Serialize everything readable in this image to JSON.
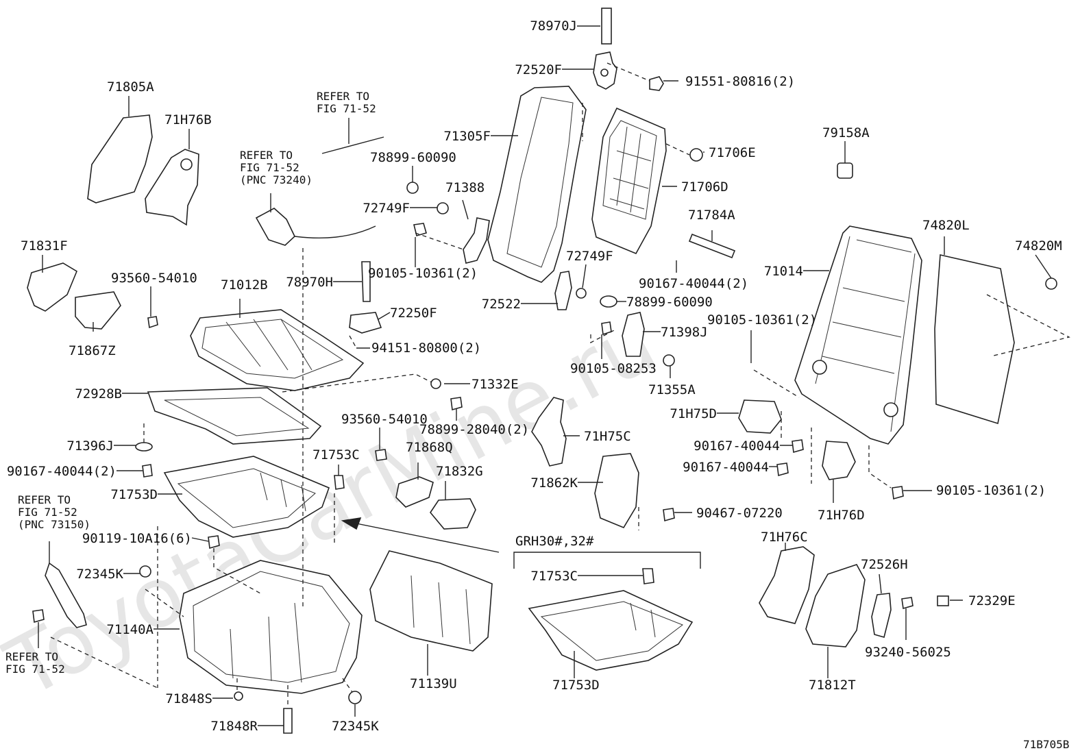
{
  "watermark": "ToyotaCarMine.ru",
  "diagram_code": "71B705B",
  "variant_note": "GRH30#,32#",
  "references": [
    {
      "id": "ref-fig-71-52-a",
      "lines": [
        "REFER TO",
        "FIG 71-52"
      ]
    },
    {
      "id": "ref-fig-71-52-pnc73240",
      "lines": [
        "REFER TO",
        "FIG 71-52",
        "(PNC 73240)"
      ]
    },
    {
      "id": "ref-fig-71-52-pnc73150",
      "lines": [
        "REFER TO",
        "FIG 71-52",
        "(PNC 73150)"
      ]
    },
    {
      "id": "ref-fig-71-52-b",
      "lines": [
        "REFER TO",
        "FIG 71-52"
      ]
    }
  ],
  "parts": [
    "78970J",
    "72520F",
    "91551-80816(2)",
    "71305F",
    "71706E",
    "71706D",
    "79158A",
    "71784A",
    "74820L",
    "74820M",
    "71805A",
    "71H76B",
    "78899-60090",
    "71388",
    "72749F",
    "90105-10361(2)",
    "71831F",
    "93560-54010",
    "71012B",
    "78970H",
    "72250F",
    "94151-80800(2)",
    "72749F",
    "72522",
    "78899-60090",
    "71398J",
    "90105-08253",
    "71355A",
    "90167-40044(2)",
    "71014",
    "90105-10361(2)",
    "71867Z",
    "72928B",
    "71332E",
    "71H75D",
    "71H75C",
    "78899-28040(2)",
    "93560-54010",
    "71868Q",
    "71396J",
    "71753C",
    "71832G",
    "90167-40044(2)",
    "71753D",
    "90167-40044",
    "90167-40044",
    "71862K",
    "90105-10361(2)",
    "90467-07220",
    "71H76D",
    "90119-10A16(6)",
    "72345K",
    "71140A",
    "71H76C",
    "72526H",
    "71753C",
    "72329E",
    "93240-56025",
    "71139U",
    "71753D",
    "71812T",
    "71848S",
    "71848R",
    "72345K"
  ]
}
